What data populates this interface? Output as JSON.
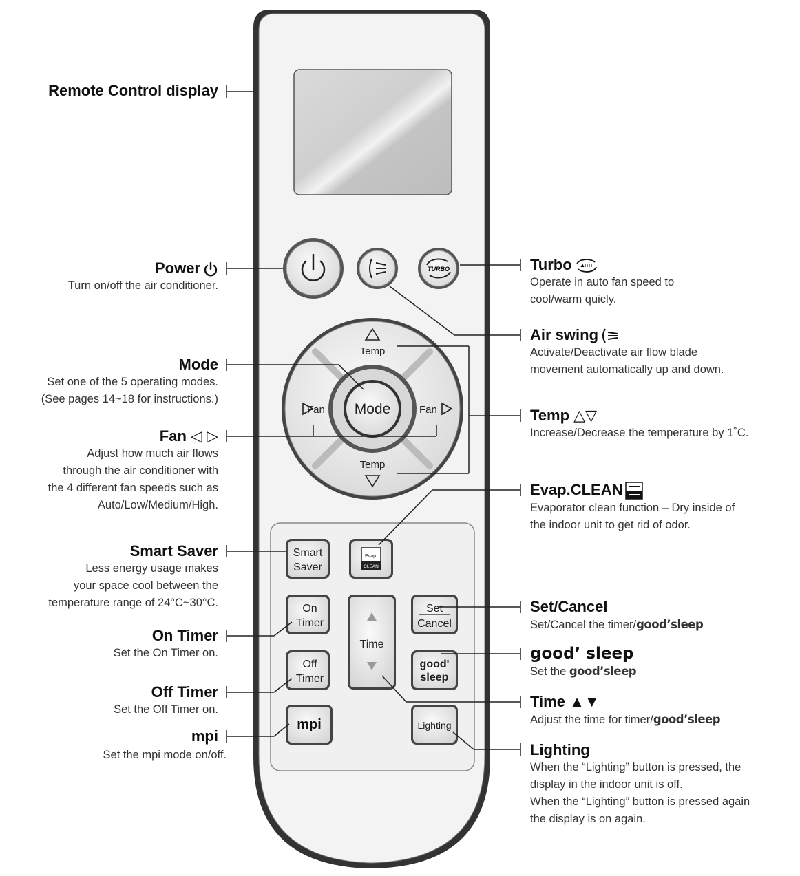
{
  "remote": {
    "buttons": {
      "mode": "Mode",
      "fan_left": "Fan",
      "fan_right": "Fan",
      "temp_up": "Temp",
      "temp_down": "Temp",
      "turbo": "TURBO",
      "smart": "Smart",
      "saver": "Saver",
      "evap_top": "Evap.",
      "evap_bottom": "CLEAN",
      "on": "On",
      "on_timer": "Timer",
      "off": "Off",
      "off_timer": "Timer",
      "set": "Set",
      "cancel": "Cancel",
      "good": "good'",
      "sleep": "sleep",
      "time": "Time",
      "mpi": "mpi",
      "lighting": "Lighting"
    }
  },
  "callouts": {
    "display": {
      "title": "Remote Control display"
    },
    "power": {
      "title": "Power",
      "desc": [
        "Turn on/off the air conditioner."
      ]
    },
    "mode": {
      "title": "Mode",
      "desc": [
        "Set one of the 5 operating modes.",
        "(See pages 14~18 for instructions.)"
      ]
    },
    "fan": {
      "title": "Fan",
      "icon": "◁ ▷",
      "desc": [
        "Adjust how much air flows",
        "through the air conditioner with",
        "the 4 different fan speeds such as",
        "Auto/Low/Medium/High."
      ]
    },
    "smart_saver": {
      "title": "Smart Saver",
      "desc": [
        "Less energy usage makes",
        "your space cool between the",
        "temperature range of 24°C~30°C."
      ]
    },
    "on_timer": {
      "title": "On Timer",
      "desc": [
        "Set the On Timer on."
      ]
    },
    "off_timer": {
      "title": "Off Timer",
      "desc": [
        "Set the Off Timer on."
      ]
    },
    "mpi": {
      "title": "mpi",
      "desc": [
        "Set the mpi mode on/off."
      ]
    },
    "turbo": {
      "title": "Turbo",
      "desc": [
        "Operate in auto fan speed to",
        "cool/warm quicly."
      ]
    },
    "air_swing": {
      "title": "Air swing",
      "desc": [
        "Activate/Deactivate air flow blade",
        "movement automatically up and down."
      ]
    },
    "temp": {
      "title": "Temp",
      "icon": "△▽",
      "desc": [
        "Increase/Decrease the temperature by 1˚C."
      ]
    },
    "evap": {
      "title": "Evap.CLEAN",
      "desc": [
        "Evaporator clean function – Dry inside of",
        "the indoor unit to get rid of odor."
      ]
    },
    "set_cancel": {
      "title": "Set/Cancel",
      "desc_prefix": "Set/Cancel the timer/",
      "desc_suffix": "good’sleep"
    },
    "good_sleep": {
      "title": "good’ sleep",
      "desc_prefix": "Set the ",
      "desc_suffix": "good’sleep"
    },
    "time": {
      "title": "Time",
      "icon": "▲▼",
      "desc_prefix": "Adjust the time for timer/",
      "desc_suffix": "good’sleep"
    },
    "lighting": {
      "title": "Lighting",
      "desc": [
        "When the “Lighting” button is pressed, the",
        "display in the indoor unit is off.",
        "When  the “Lighting” button is pressed again",
        "the display is on again."
      ]
    }
  },
  "colors": {
    "body": "#f2f2f2",
    "outline": "#333333",
    "button": "#e9e9e9"
  }
}
